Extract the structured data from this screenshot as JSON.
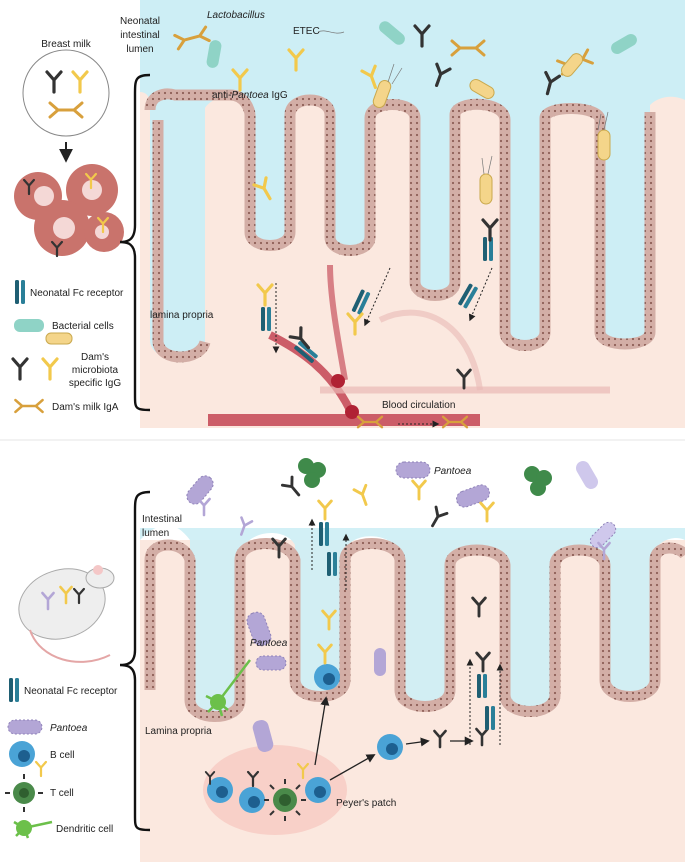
{
  "top_panel": {
    "breast_milk": "Breast milk",
    "neonatal_lumen": [
      "Neonatal",
      "intestinal",
      "lumen"
    ],
    "lactobacillus": "Lactobacillus",
    "etec": "ETEC",
    "anti_pantoea": {
      "prefix": "anti-",
      "italic": "Pantoea",
      "suffix": " IgG"
    },
    "lamina_propria": "lamina propria",
    "blood_circulation": "Blood circulation",
    "legend": {
      "fc_receptor": "Neonatal Fc receptor",
      "bacterial_cells": "Bacterial cells",
      "microbiota_igg": [
        "Dam's",
        "microbiota",
        "specific IgG"
      ],
      "milk_iga": "Dam's milk IgA"
    }
  },
  "bottom_panel": {
    "intestinal_lumen": [
      "Intestinal",
      "lumen"
    ],
    "pantoea_top": "Pantoea",
    "pantoea_left": "Pantoea",
    "lamina_propria": "Lamina propria",
    "peyers_patch": "Peyer's patch",
    "legend": {
      "fc_receptor": "Neonatal Fc receptor",
      "pantoea": "Pantoea",
      "b_cell": "B cell",
      "t_cell": "T cell",
      "dendritic_cell": "Dendritic cell"
    }
  },
  "colors": {
    "lumen": "#cdeef5",
    "tissue": "#fbe8df",
    "epithelium": "#c9a39b",
    "vessel": "#c0394a",
    "igg_yellow": "#f2c94c",
    "igg_dark": "#333333",
    "iga_orange": "#d8a03c",
    "fc_receptor": "#1f5f73",
    "pantoea": "#b3a6d6",
    "b_cell": "#4aa3d6",
    "t_cell": "#4a8a4a",
    "dendritic": "#6cc04a"
  }
}
